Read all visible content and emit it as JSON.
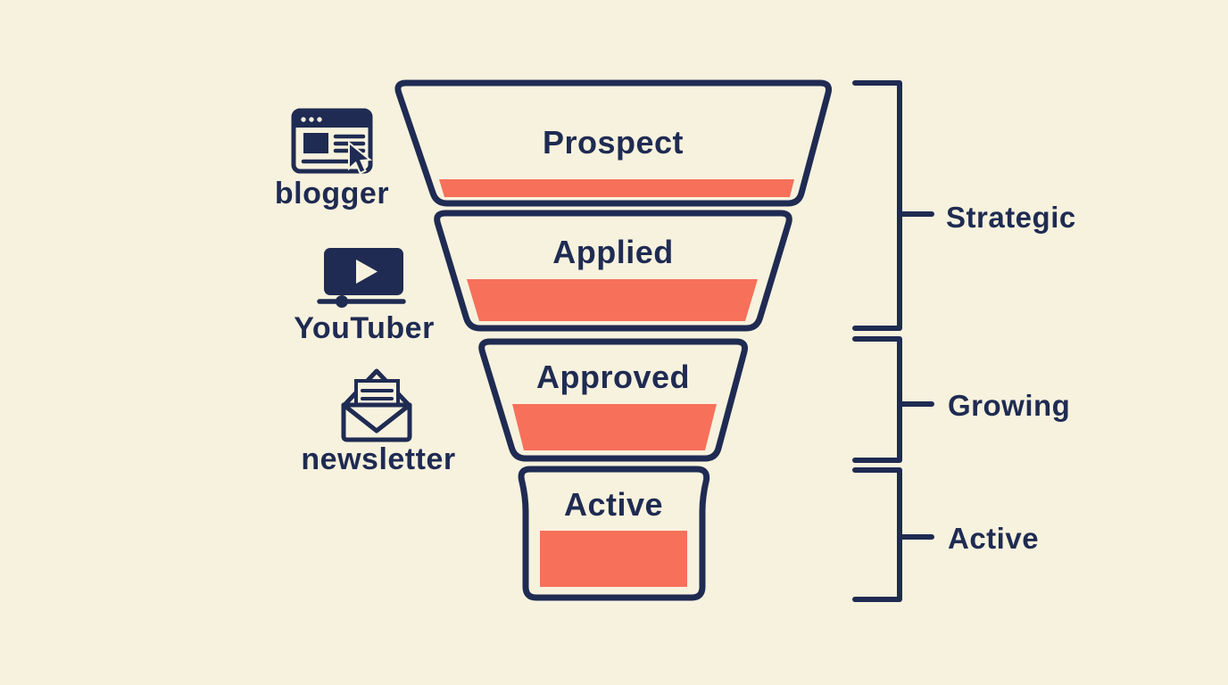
{
  "colors": {
    "background": "#F7F2DE",
    "ink_navy": "#1F2B52",
    "fill_coral": "#F7705A"
  },
  "funnel": {
    "stages": [
      {
        "label": "Prospect"
      },
      {
        "label": "Applied"
      },
      {
        "label": "Approved"
      },
      {
        "label": "Active"
      }
    ]
  },
  "sources": [
    {
      "label": "blogger",
      "icon": "blogger-browser-icon"
    },
    {
      "label": "YouTuber",
      "icon": "youtube-player-icon"
    },
    {
      "label": "newsletter",
      "icon": "newsletter-envelope-icon"
    }
  ],
  "segments": [
    {
      "label": "Strategic"
    },
    {
      "label": "Growing"
    },
    {
      "label": "Active"
    }
  ]
}
